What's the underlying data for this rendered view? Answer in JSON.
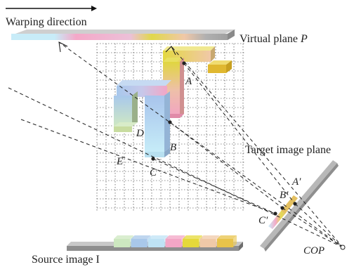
{
  "labels": {
    "warping_direction": "Warping direction",
    "virtual_plane_prefix": "Virtual plane ",
    "virtual_plane_symbol": "P",
    "target_image_plane": "Target image plane",
    "source_image": "Source image I",
    "cop": "COP",
    "point_a": "A",
    "point_b": "B",
    "point_c": "C",
    "point_d": "D",
    "point_e": "E",
    "point_a_prime": "A′",
    "point_b_prime": "B′",
    "point_c_prime": "C′"
  },
  "colors": {
    "pink": "#f3a6c6",
    "yellow": "#e5d93a",
    "light_blue": "#bfe3f5",
    "mint": "#cde8c0",
    "blue": "#a9c8ea",
    "peach": "#f0c9a8",
    "gold": "#e8c34a",
    "plane_gray": "#9a9a9a"
  }
}
